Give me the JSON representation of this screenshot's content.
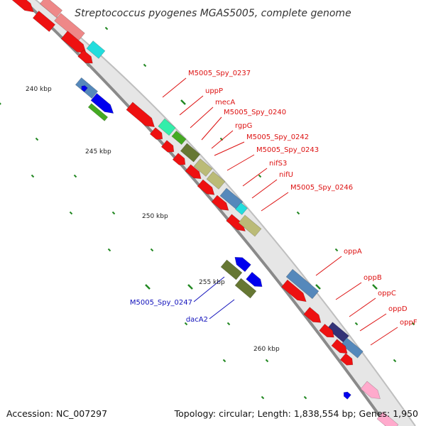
{
  "title": "Streptococcus pyogenes MGAS5005, complete genome",
  "accession": "Accession: NC_007297",
  "topology": "Topology: circular; Length: 1,838,554 bp; Genes: 1,950",
  "colors": {
    "red": "#ee1111",
    "cyan": "#22dddd",
    "mint": "#33eeaa",
    "green": "#44aa22",
    "olive": "#667733",
    "khaki": "#bbbb77",
    "steel": "#5588bb",
    "blue": "#0000ee",
    "navy": "#333377",
    "salmon": "#ee8888",
    "pink": "#ffaacc",
    "labelRed": "#dd1111",
    "labelBlue": "#1111bb"
  },
  "kbp_labels": [
    "240 kbp",
    "245 kbp",
    "250 kbp",
    "255 kbp",
    "260 kbp"
  ],
  "gene_labels": [
    "M5005_Spy_0237",
    "uppP",
    "mecA",
    "M5005_Spy_0240",
    "rgpG",
    "M5005_Spy_0242",
    "M5005_Spy_0243",
    "nifS3",
    "nifU",
    "M5005_Spy_0246",
    "oppA",
    "oppB",
    "oppC",
    "oppD",
    "oppF",
    "M5005_Spy_0247",
    "dacA2"
  ]
}
